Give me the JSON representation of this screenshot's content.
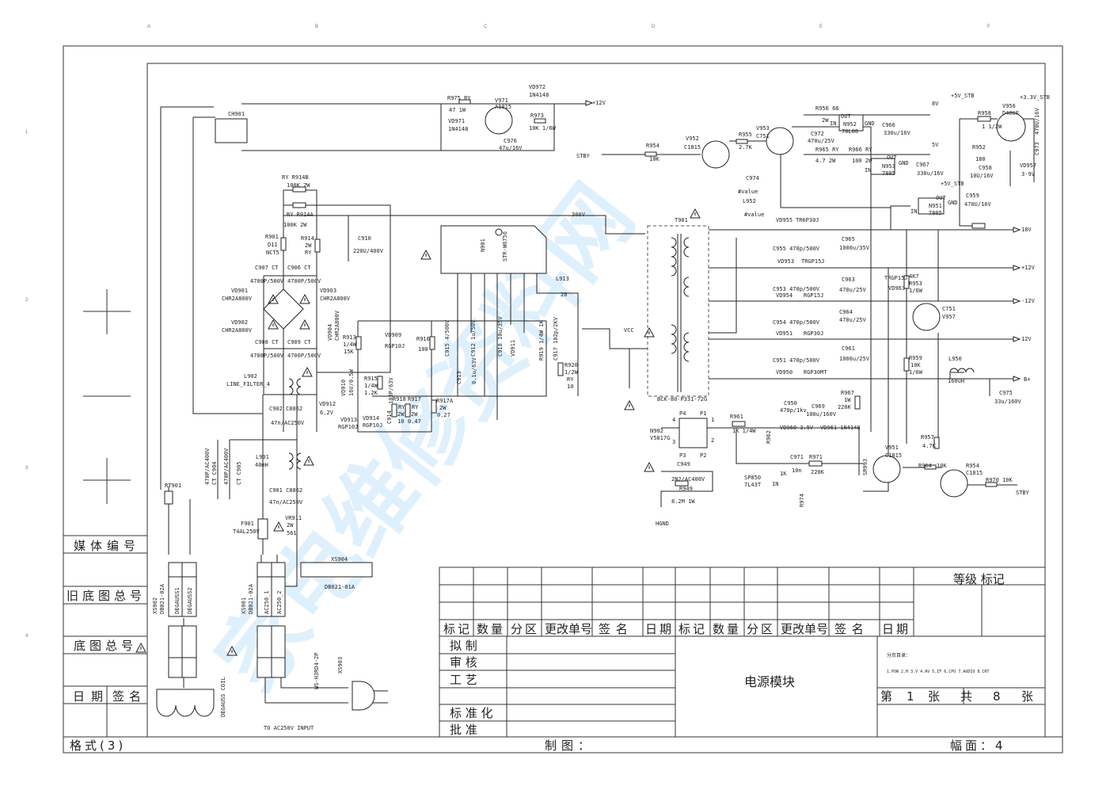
{
  "frame": {
    "columns": [
      "A",
      "B",
      "C",
      "D",
      "E",
      "F"
    ],
    "rows": [
      "1",
      "2",
      "3",
      "4"
    ]
  },
  "watermark": "家电维修资料网",
  "left_panel": {
    "media_no": "媒体编号",
    "old_base_no": "旧底图总号",
    "base_no": "底图总号",
    "date": "日期",
    "sign": "签名"
  },
  "bottom_strip": {
    "format": "格式(3)",
    "drawn": "制图：",
    "sheet_size": "幅面：4"
  },
  "title_block": {
    "headers": [
      "标记",
      "数量",
      "分区",
      "更改单号",
      "签  名",
      "日期",
      "标记",
      "数量",
      "分区",
      "更改单号",
      "签  名",
      "日期"
    ],
    "roles": [
      "拟      制",
      "审      核",
      "工      艺",
      "标  准  化",
      "批      准"
    ],
    "title": "电源模块",
    "grade_mark": "等级  标记",
    "toc_label": "分页目录：",
    "toc": "1.POW  2.H  3.V  4.AV  5.IF  6.CPU  7.AUDIO  8.CRT",
    "sheet": {
      "no_label": "第",
      "no": "1",
      "unit": "张",
      "total_label": "共",
      "total": "8",
      "unit2": "张"
    }
  },
  "schematic": {
    "labels": [
      "R975 RY",
      "47   1W",
      "V971",
      "A1015",
      "VD971",
      "1N4148",
      "VD972",
      "1N4148",
      "R973",
      "10K 1/6W",
      "C976",
      "47u/16V",
      "+12V",
      "STBY",
      "R954",
      "10K",
      "V952",
      "C1815",
      "R955",
      "2.7K",
      "V953",
      "C751",
      "C974",
      "#value",
      "L952",
      "#value",
      "R956 68",
      "2W",
      "OUT",
      "IN",
      "N952",
      "78L08",
      "GND",
      "C966",
      "330u/16V",
      "8V",
      "C972",
      "470u/25V",
      "R965  RY",
      "4.7     2W",
      "R966  RY",
      "100  2W",
      "OUT",
      "N953",
      "7805",
      "GND",
      "IN",
      "C967",
      "330u/16V",
      "5V",
      "+5V_STB",
      "R958",
      "1 1/2W",
      "V956",
      "D400F",
      "+3.3V_STB",
      "R952",
      "180",
      "C958",
      "10U/16V",
      "VD957",
      "3-9V",
      "C973",
      "470U/16V",
      "+5V_STB",
      "C959",
      "470U/16V",
      "OUT",
      "N951",
      "7805",
      "GND",
      "IN",
      "18V",
      "+12V",
      "-12V",
      "12V",
      "B+",
      "VD955",
      "TR6P30J",
      "C955   470p/500V",
      "C965",
      "1000u/35V",
      "VD953",
      "TRGP15J",
      "C953   470p/500V",
      "C963",
      "470u/25V",
      "VD954",
      "RGP15J",
      "C954   470p/500V",
      "C964",
      "470u/25V",
      "VD951",
      "RGP30J",
      "C951   470p/500V",
      "C961",
      "1000u/25V",
      "VD950",
      "RGP30MT",
      "TRGP15J",
      "VD963",
      "4K7",
      "R953",
      "1/6W",
      "C751",
      "V957",
      "R959",
      "10K",
      "1/6W",
      "L950",
      "160uH",
      "C975",
      "33u/160V",
      "C950",
      "470p/1kv",
      "C969",
      "100u/160V",
      "R967",
      "1W",
      "220K",
      "P4",
      "P1",
      "N902",
      "V5817G",
      "1",
      "2",
      "3",
      "4",
      "R961",
      "1K 1/4W",
      "VD960  3.5V",
      "VD961 1N4148",
      "R962",
      "C971",
      "10n",
      "R971",
      "220K",
      "SR993",
      "V951",
      "C1815",
      "R957",
      "4.7K",
      "R964",
      "10K",
      "R954",
      "C1815",
      "R970 10K",
      "STBY",
      "P3",
      "P2",
      "C949",
      "2N2/AC400V",
      "R949",
      "8.2M  1W",
      "HGND",
      "SP850",
      "7L43T",
      "1N",
      "1K",
      "R974",
      "T901",
      "BCK-80-P331-72G",
      "300V",
      "L913",
      "20",
      "VCC",
      "R920",
      "1/2W",
      "RY",
      "10",
      "STR-W6756",
      "N901",
      "CH901",
      "RY R914B",
      "100K 2W",
      "RY R914A",
      "100K 2W",
      "R901",
      "D11",
      "NCT5",
      "R914",
      "2W",
      "RY",
      "C910",
      "220U/400V",
      "C907  CT",
      "4700P/500V",
      "C906  CT",
      "4700P/500V",
      "VD901",
      "CHR2A800V",
      "VD903",
      "CHR2A800V",
      "VD902",
      "CHR2A800V",
      "C908  CT",
      "4700P/500V",
      "C909  CT",
      "4700P/500V",
      "L902",
      "LINE_FILTER_4",
      "C902  C8862",
      "47n/AC250V",
      "VD912",
      "6.2V",
      "VD913",
      "RGP10J",
      "VD914",
      "RGP10J",
      "R913",
      "1/4W",
      "15K",
      "VD909",
      "RGP10J",
      "R916",
      "100",
      "R915",
      "1/4W",
      "1.2K",
      "R918",
      "RY",
      "2W",
      "10",
      "R917",
      "RY",
      "2W",
      "0.47",
      "R917A",
      "2W",
      "0.27",
      "L901",
      "40mH",
      "C901  C8862",
      "47n/AC250V",
      "VR911",
      "2W",
      "561",
      "F901",
      "T4AL250V",
      "RT901",
      "XS904",
      "DB021-01A",
      "TO AC250V INPUT",
      "DEGAUSS COIL",
      "XS902",
      "DB021-02A",
      "DEGAUSS1",
      "DEGAUSS2",
      "XS901",
      "DB021-02A",
      "AC250_1",
      "AC250_2",
      "VD904",
      "CHR2A800V",
      "C915 4/500V",
      "C912 1u/50V",
      "C918 10u/35V",
      "VD911",
      "C913",
      "0.1u/63V",
      "C914",
      "103P/63V",
      "VD910",
      "16V/0.5W",
      "R919 1/4W 1K",
      "C917 102p/2KV",
      "470P/AC400V",
      "CT C904",
      "470P/AC400V",
      "CT C905",
      "WS-H3RD4-2P",
      "XS903"
    ]
  }
}
